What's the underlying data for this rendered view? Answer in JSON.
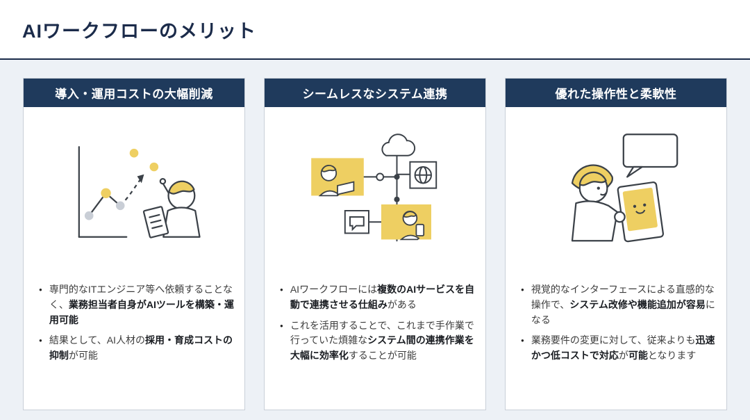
{
  "header": {
    "title": "AIワークフローのメリット"
  },
  "bullet_char": "●",
  "colors": {
    "header_navy": "#1f3a5c",
    "title_navy": "#1b2b4a",
    "accent_yellow": "#eecf62",
    "page_background": "#edf1f6"
  },
  "cards": [
    {
      "title": "導入・運用コストの大幅削減",
      "illustration": "chart",
      "bullets": [
        {
          "segments": [
            {
              "text": "専門的なITエンジニア等へ依頼することなく、",
              "bold": false
            },
            {
              "text": "業務担当者自身がAIツールを構築・運用可能",
              "bold": true
            }
          ]
        },
        {
          "segments": [
            {
              "text": "結果として、AI人材の",
              "bold": false
            },
            {
              "text": "採用・育成コストの抑制",
              "bold": true
            },
            {
              "text": "が可能",
              "bold": false
            }
          ]
        }
      ]
    },
    {
      "title": "シームレスなシステム連携",
      "illustration": "integration",
      "bullets": [
        {
          "segments": [
            {
              "text": "AIワークフローには",
              "bold": false
            },
            {
              "text": "複数のAIサービスを自動で連携させる仕組み",
              "bold": true
            },
            {
              "text": "がある",
              "bold": false
            }
          ]
        },
        {
          "segments": [
            {
              "text": "これを活用することで、これまで手作業で行っていた煩雑な",
              "bold": false
            },
            {
              "text": "システム間の連携作業を大幅に効率化",
              "bold": true
            },
            {
              "text": "することが可能",
              "bold": false
            }
          ]
        }
      ]
    },
    {
      "title": "優れた操作性と柔軟性",
      "illustration": "tablet",
      "bullets": [
        {
          "segments": [
            {
              "text": "視覚的なインターフェースによる直感的な操作で、",
              "bold": false
            },
            {
              "text": "システム改修や機能追加が容易",
              "bold": true
            },
            {
              "text": "になる",
              "bold": false
            }
          ]
        },
        {
          "segments": [
            {
              "text": "業務要件の変更に対して、従来よりも",
              "bold": false
            },
            {
              "text": "迅速かつ低コストで対応",
              "bold": true
            },
            {
              "text": "が",
              "bold": false
            },
            {
              "text": "可能",
              "bold": true
            },
            {
              "text": "となります",
              "bold": false
            }
          ]
        }
      ]
    }
  ]
}
